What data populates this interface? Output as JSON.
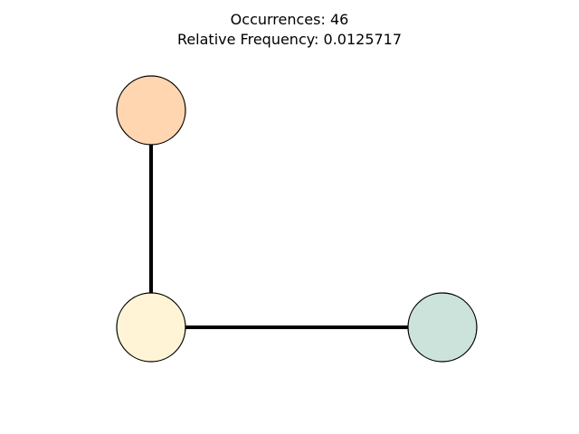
{
  "title": {
    "occurrences": "Occurrences: 46",
    "relative_frequency": "Relative Frequency: 0.0125717"
  },
  "graph": {
    "nodes": [
      {
        "id": "node-top",
        "fill": "#FFD6B0"
      },
      {
        "id": "node-bottom-left",
        "fill": "#FFF5D6"
      },
      {
        "id": "node-bottom-right",
        "fill": "#CCE3DB"
      }
    ],
    "edges": [
      {
        "from": "node-top",
        "to": "node-bottom-left"
      },
      {
        "from": "node-bottom-left",
        "to": "node-bottom-right"
      }
    ],
    "edge_color": "#000000",
    "node_stroke": "#000000"
  }
}
